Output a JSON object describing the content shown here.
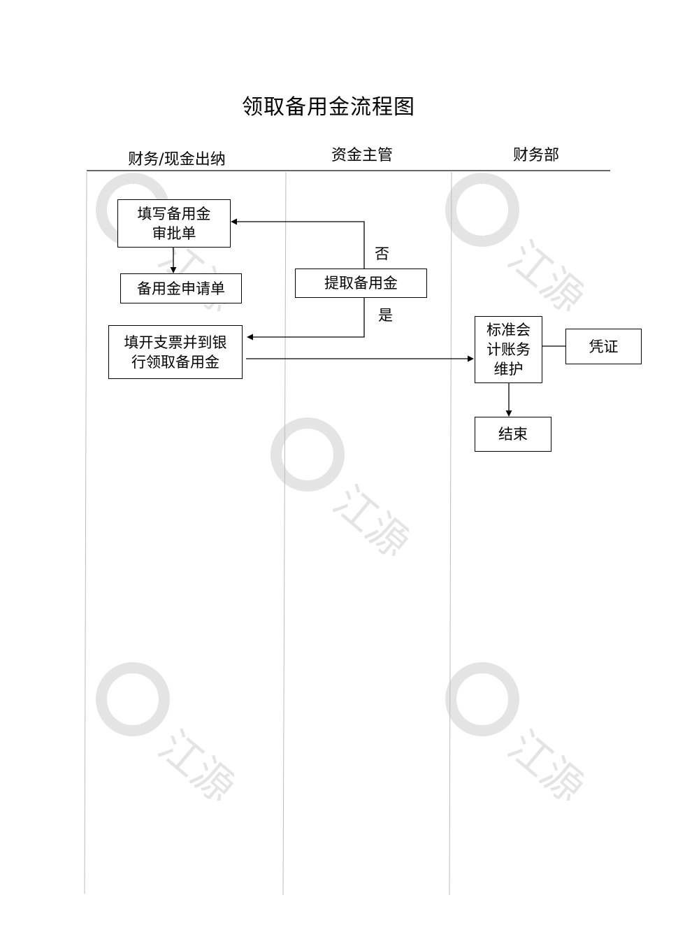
{
  "title": "领取备用金流程图",
  "lanes": {
    "lane1": "财务/现金出纳",
    "lane2": "资金主管",
    "lane3": "财务部"
  },
  "nodes": {
    "fill_approval": "填写备用金\n审批单",
    "application_form": "备用金申请单",
    "fill_check": "填开支票并到银\n行领取备用金",
    "withdraw": "提取备用金",
    "accounting": "标准会\n计账务\n维护",
    "voucher": "凭证",
    "end": "结束"
  },
  "edge_labels": {
    "no": "否",
    "yes": "是"
  },
  "watermark": {
    "text": "江源"
  }
}
